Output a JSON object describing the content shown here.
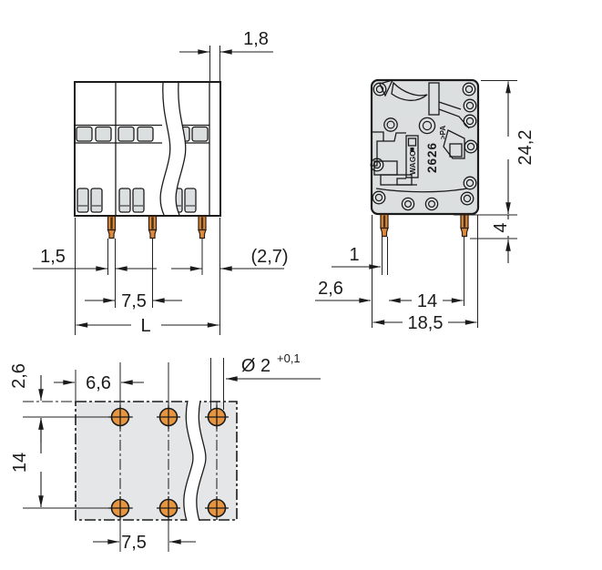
{
  "drawing": {
    "front_view": {
      "wall_thickness": "1,8",
      "pin_width": "1,5",
      "pole_pitch": "7,5",
      "edge_distance": "(2,7)",
      "total_length": "L"
    },
    "side_view": {
      "height": "24,2",
      "pin_length": "4",
      "pin_width": "1",
      "edge_offset": "2,6",
      "pin_spacing": "14",
      "depth": "18,5",
      "logo": "WAGO",
      "marking": "2626",
      "material": ">PA"
    },
    "bottom_view": {
      "edge_offset": "2,6",
      "first_hole_offset": "6,6",
      "row_spacing": "14",
      "hole_pitch": "7,5",
      "hole_diameter": "Ø 2",
      "hole_tolerance": "+0,1"
    },
    "colors": {
      "body_fill": "#dcdfe0",
      "panel_fill": "#e4e6e7",
      "pin_orange": "#dd8a3c",
      "line": "#1b1b1b"
    }
  }
}
